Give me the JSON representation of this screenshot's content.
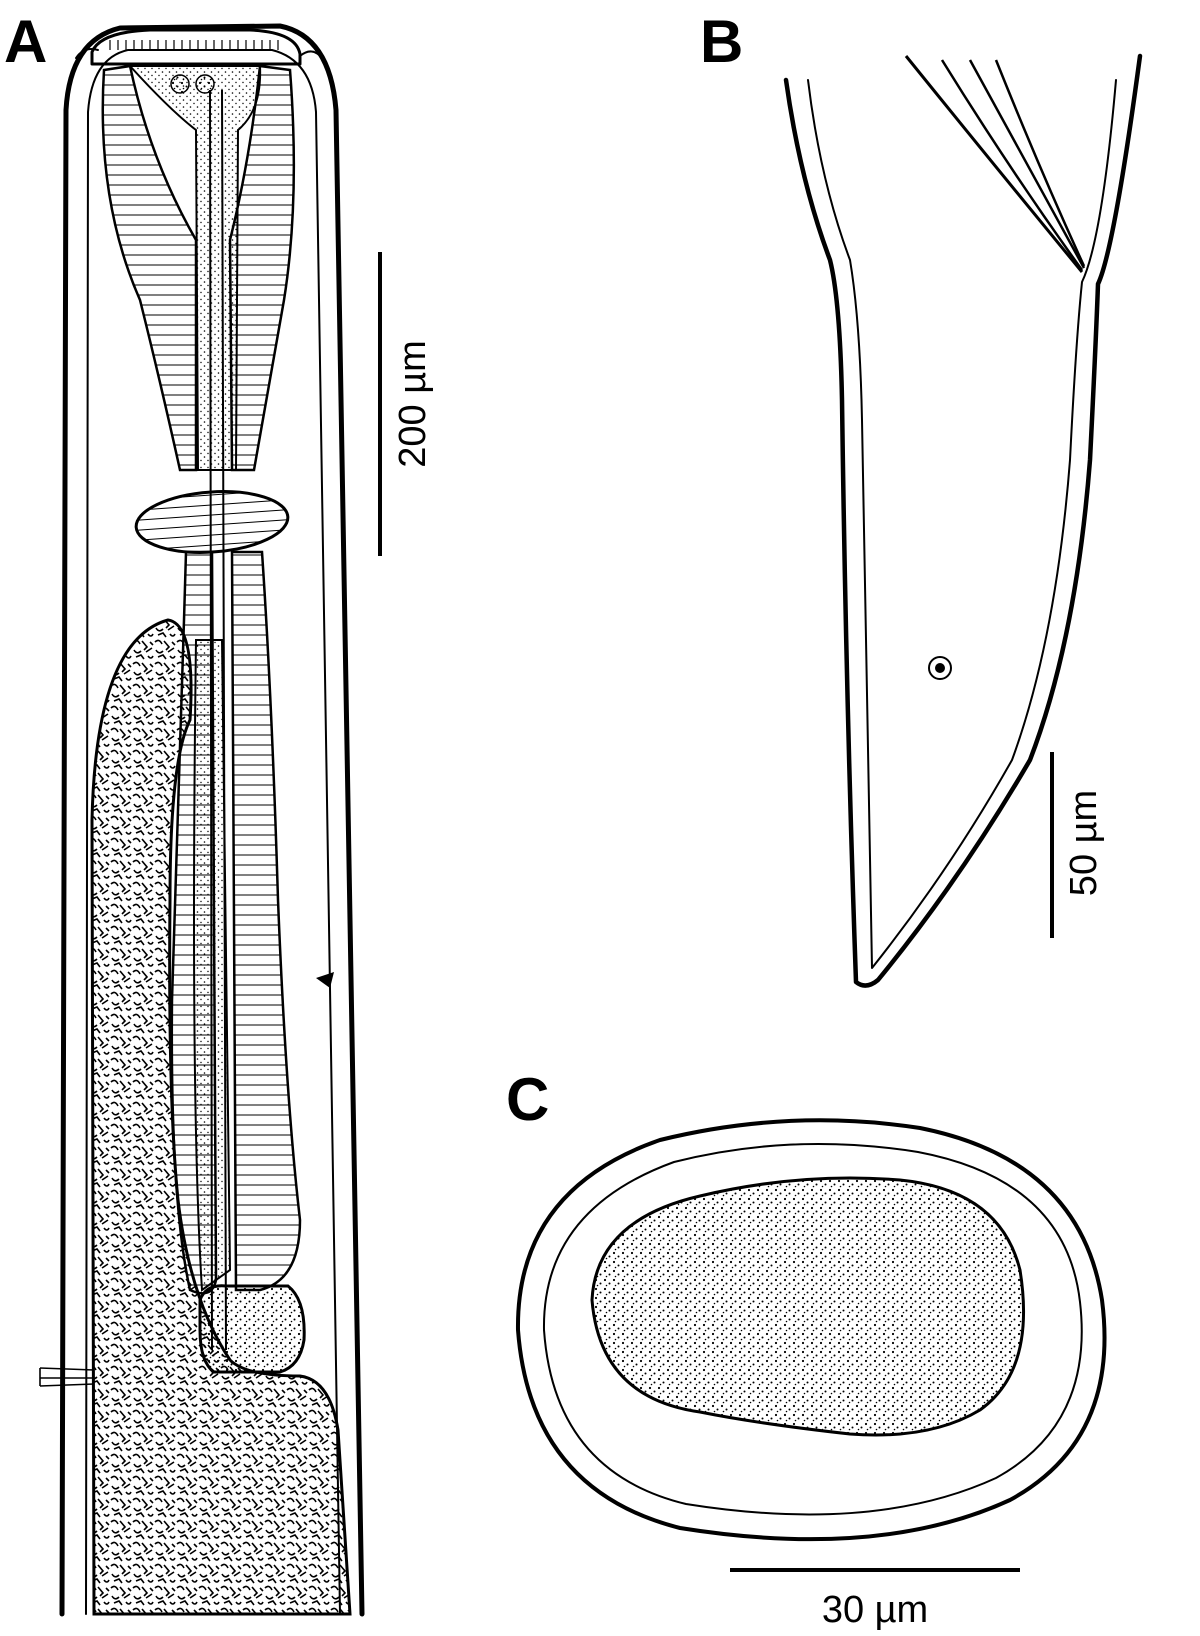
{
  "panels": {
    "a": {
      "letter": "A",
      "scale_label": "200 µm"
    },
    "b": {
      "letter": "B",
      "scale_label": "50 µm"
    },
    "c": {
      "letter": "C",
      "scale_label": "30 µm"
    }
  },
  "colors": {
    "ink": "#000000",
    "background": "#ffffff"
  }
}
